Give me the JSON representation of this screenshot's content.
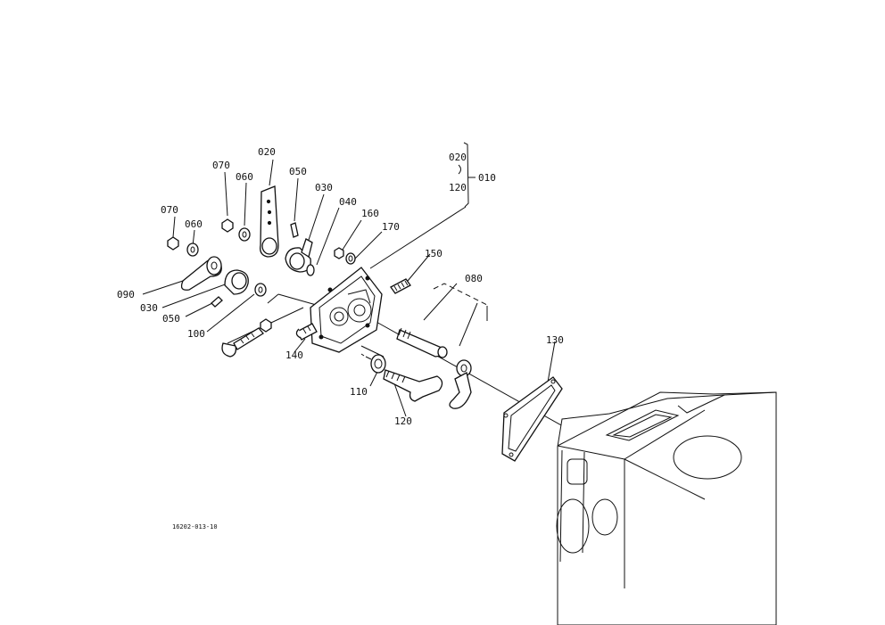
{
  "labels": {
    "l070a": "070",
    "l060a": "060",
    "l020a": "020",
    "l050a": "050",
    "l030a": "030",
    "l040": "040",
    "l160": "160",
    "l170": "170",
    "l070b": "070",
    "l060b": "060",
    "l090": "090",
    "l030b": "030",
    "l050b": "050",
    "l100": "100",
    "l140": "140",
    "l110": "110",
    "l120b": "120",
    "l150": "150",
    "l080": "080",
    "l130": "130",
    "l020b": "020",
    "l120a": "120",
    "l010": "010",
    "drawing_no": "16202-013-10"
  }
}
